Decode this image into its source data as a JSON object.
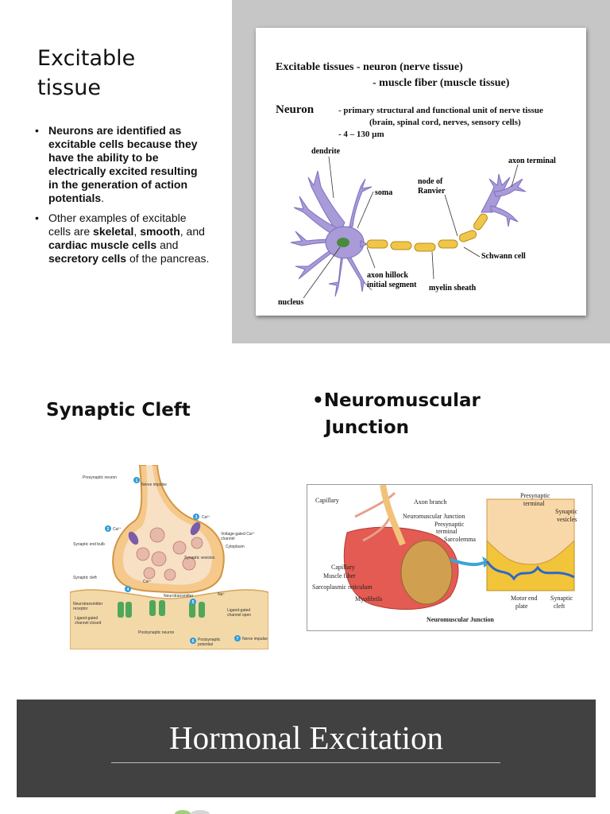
{
  "slide1": {
    "title_line1": "Excitable",
    "title_line2": "tissue",
    "bullet1": {
      "bold": "Neurons are identified as excitable cells because they have the ability to be electrically excited resulting in the generation of action potentials",
      "tail": "."
    },
    "bullet2": {
      "t1": "Other examples of excitable cells are ",
      "b1": "skeletal",
      "t2": ", ",
      "b2": "smooth",
      "t3": ", and ",
      "b3": "cardiac muscle cells",
      "t4": " and ",
      "b4": "secretory cells",
      "t5": " of the pancreas."
    },
    "figure": {
      "line1": "Excitable tissues  - neuron (nerve tissue)",
      "line2": "- muscle fiber (muscle tissue)",
      "neuron_word": "Neuron",
      "neuron_desc1": "- primary structural and functional unit of nerve tissue",
      "neuron_desc2": "(brain, spinal cord, nerves, sensory cells)",
      "size": "- 4 – 130 µm",
      "labels": {
        "dendrite": "dendrite",
        "soma": "soma",
        "node1": "node of",
        "node2": "Ranvier",
        "axon_terminal": "axon terminal",
        "schwann": "Schwann cell",
        "hillock1": "axon hillock",
        "hillock2": "initial segment",
        "myelin": "myelin sheath",
        "nucleus": "nucleus"
      }
    }
  },
  "slide2": {
    "left_title": "Synaptic Cleft",
    "right_bullet": "•",
    "right_title_line1": "Neuromuscular",
    "right_title_line2": "Junction",
    "synapse_labels": {
      "presynaptic_neuron": "Presynaptic neuron",
      "nerve_impulse": "Nerve impulse",
      "ca1": "Ca²⁺",
      "ca2": "Ca²⁺",
      "ca3": "Ca²⁺",
      "vg1": "Voltage-gated Ca²⁺",
      "vg2": "channel",
      "cytoplasm": "Cytoplasm",
      "end_bulb": "Synaptic end bulb",
      "vesicles": "Synaptic vesicles",
      "cleft": "Synaptic cleft",
      "neurotransmitter": "Neurotransmitter",
      "na": "Na⁺",
      "receptor1": "Neurotransmitter",
      "receptor2": "receptor",
      "lgc1": "Ligand-gated",
      "lgc2": "channel closed",
      "lgo1": "Ligand-gated",
      "lgo2": "channel open",
      "postsynaptic_neuron": "Postsynaptic neuron",
      "post_pot1": "Postsynaptic",
      "post_pot2": "potential",
      "nerve_impulse2": "Nerve impulse",
      "n1": "1",
      "n2": "2",
      "n3": "3",
      "n4": "4",
      "n5": "5",
      "n6": "6",
      "n7": "7"
    },
    "nmj_labels": {
      "axon_branch": "Axon branch",
      "nmj": "Neuromuscular Junction",
      "presyn1": "Presynaptic",
      "presyn2": "terminal",
      "sarcolemma": "Sarcolemma",
      "capillary": "Capillary",
      "muscle_fiber": "Muscle fiber",
      "sarcoplasmic": "Sarcoplasmic reticulum",
      "myofibrils": "Myofibrils",
      "r_presyn1": "Presynaptic",
      "r_presyn2": "terminal",
      "syn_ves1": "Synaptic",
      "syn_ves2": "vesicles",
      "motor1": "Motor end",
      "motor2": "plate",
      "syn_cleft1": "Synaptic",
      "syn_cleft2": "cleft",
      "caption": "Neuromuscular Junction"
    }
  },
  "slide3": {
    "title": "Hormonal Excitation"
  },
  "colors": {
    "slide_bg_gray": "#c6c6c6",
    "banner": "#414141",
    "neuron_purple": "#a99ad8",
    "myelin_yellow": "#f0c64a",
    "accent_blue": "#2f9ad8"
  }
}
